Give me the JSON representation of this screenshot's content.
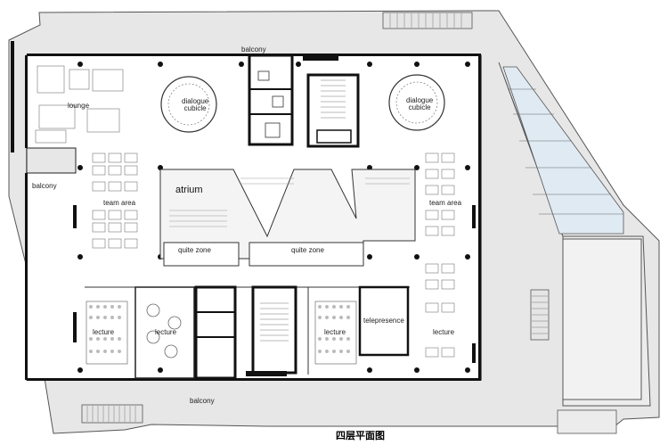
{
  "caption": "四层平面图",
  "labels": {
    "balcony_top": "balcony",
    "balcony_left": "balcony",
    "balcony_bottom": "balcony",
    "lounge": "lounge",
    "dialogue_cubicle_left": "dialogue\ncubicle",
    "dialogue_cubicle_right": "dialogue\ncubicle",
    "atrium": "atrium",
    "team_area_left": "team area",
    "team_area_right": "team area",
    "quite_zone_left": "quite zone",
    "quite_zone_right": "quite zone",
    "lecture_1": "lecture",
    "lecture_2": "lecture",
    "lecture_3": "lecture",
    "lecture_4": "lecture",
    "telepresence": "telepresence"
  },
  "colors": {
    "wall": "#111111",
    "slab": "#e6e6e6",
    "floor": "#ffffff",
    "glazing": "#dde9f2",
    "line": "#444444"
  }
}
